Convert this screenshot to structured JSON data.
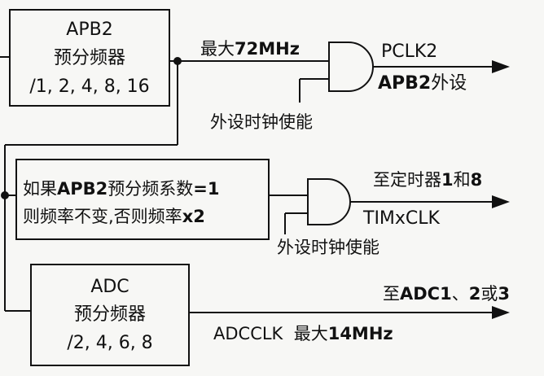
{
  "apb2_prescaler": {
    "line1": "APB2",
    "line2": "预分频器",
    "line3": "/1, 2, 4, 8, 16"
  },
  "apb2_max": {
    "prefix": "最大",
    "value": "72MHz"
  },
  "pclk2": {
    "name": "PCLK2",
    "dest_bold": "APB2",
    "dest_suffix": "外设",
    "enable_label": "外设时钟使能"
  },
  "timer_multiplier": {
    "line1_a": "如果",
    "line1_b": "APB2",
    "line1_c": "预分频系数",
    "line1_d": "=1",
    "line2_a": "则频率不变,否则频率",
    "line2_b": "x2"
  },
  "timxclk": {
    "dest_a": "至定时器",
    "dest_b": "1",
    "dest_c": "和",
    "dest_d": "8",
    "name": "TIMxCLK",
    "enable_label": "外设时钟使能"
  },
  "adc_prescaler": {
    "line1": "ADC",
    "line2": "预分频器",
    "line3": "/2, 4, 6, 8"
  },
  "adcclk": {
    "dest_a": "至",
    "dest_b": "ADC1",
    "dest_c": "、",
    "dest_d": "2",
    "dest_e": "或",
    "dest_f": "3",
    "name": "ADCCLK",
    "max_prefix": "最大",
    "max_value": "14MHz"
  }
}
